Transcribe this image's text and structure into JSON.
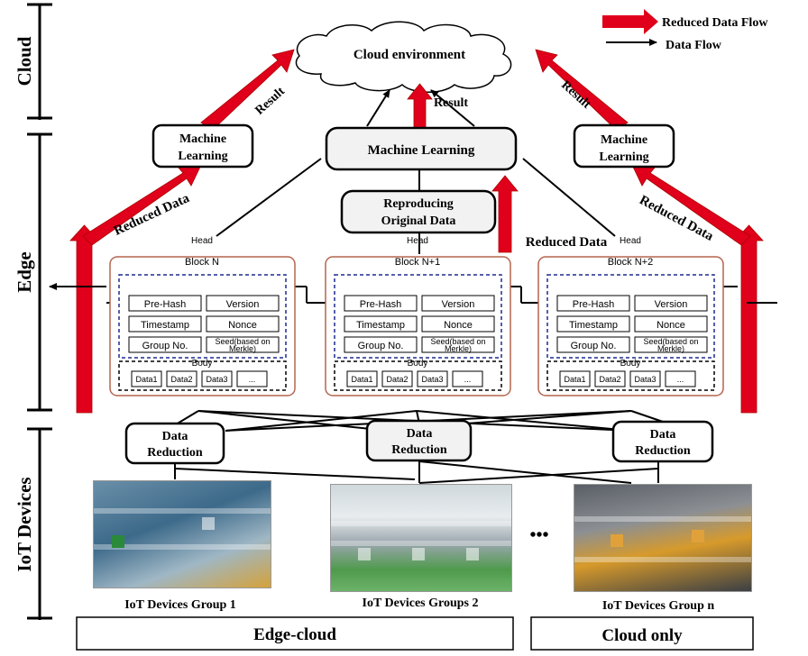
{
  "legend": {
    "reduced_flow": "Reduced Data Flow",
    "data_flow": "Data Flow"
  },
  "layers": {
    "cloud": "Cloud",
    "edge": "Edge",
    "iot": "IoT Devices"
  },
  "cloud_label": "Cloud environment",
  "ml": {
    "left": [
      "Machine",
      "Learning"
    ],
    "center": "Machine Learning",
    "right": [
      "Machine",
      "Learning"
    ]
  },
  "result": "Result",
  "reduced_data": "Reduced Data",
  "reproducing": [
    "Reproducing",
    "Original Data"
  ],
  "blocks": [
    {
      "head": "Head",
      "name": "Block N",
      "seed": [
        "Seed(based on",
        "Merkle)"
      ]
    },
    {
      "head": "Head",
      "name": "Block N+1",
      "seed": [
        "Seed(based on",
        "Merkle)"
      ]
    },
    {
      "head": "Head",
      "name": "Block N+2",
      "seed": [
        "Seed(based on",
        "Merkle)"
      ]
    }
  ],
  "fields": {
    "prehash": "Pre-Hash",
    "version": "Version",
    "timestamp": "Timestamp",
    "nonce": "Nonce",
    "group": "Group No.",
    "body": "Body",
    "data1": "Data1",
    "data2": "Data2",
    "data3": "Data3",
    "more": "..."
  },
  "data_reduction": [
    "Data",
    "Reduction"
  ],
  "groups": {
    "g1": "IoT Devices Group 1",
    "g2": "IoT Devices Groups 2",
    "gn": "IoT Devices Group n",
    "ellipsis": "•••"
  },
  "bottom": {
    "edge_cloud": "Edge-cloud",
    "cloud_only": "Cloud only"
  },
  "colors": {
    "red": "#e0001b",
    "block_border": "#b5654f",
    "dash": "#1f2a8f"
  }
}
